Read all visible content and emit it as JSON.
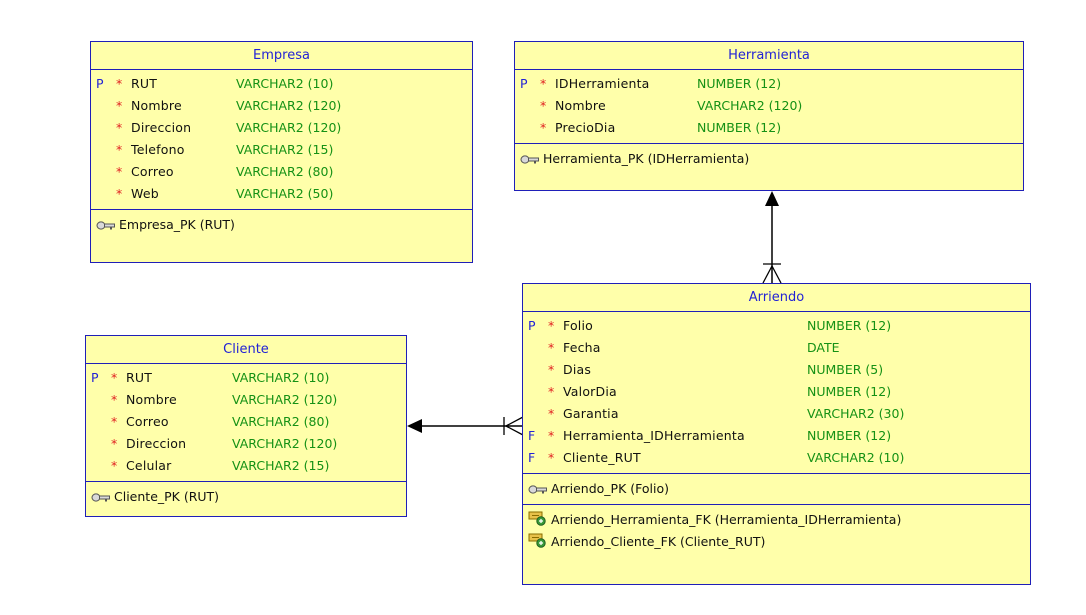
{
  "entities": {
    "empresa": {
      "title": "Empresa",
      "columns": [
        {
          "flag": "P",
          "req": "*",
          "name": "RUT",
          "type": "VARCHAR2 (10)"
        },
        {
          "flag": "",
          "req": "*",
          "name": "Nombre",
          "type": "VARCHAR2 (120)"
        },
        {
          "flag": "",
          "req": "*",
          "name": "Direccion",
          "type": "VARCHAR2 (120)"
        },
        {
          "flag": "",
          "req": "*",
          "name": "Telefono",
          "type": "VARCHAR2 (15)"
        },
        {
          "flag": "",
          "req": "*",
          "name": "Correo",
          "type": "VARCHAR2 (80)"
        },
        {
          "flag": "",
          "req": "*",
          "name": "Web",
          "type": "VARCHAR2 (50)"
        }
      ],
      "pk": "Empresa_PK (RUT)"
    },
    "herramienta": {
      "title": "Herramienta",
      "columns": [
        {
          "flag": "P",
          "req": "*",
          "name": "IDHerramienta",
          "type": "NUMBER (12)"
        },
        {
          "flag": "",
          "req": "*",
          "name": "Nombre",
          "type": "VARCHAR2 (120)"
        },
        {
          "flag": "",
          "req": "*",
          "name": "PrecioDia",
          "type": "NUMBER (12)"
        }
      ],
      "pk": "Herramienta_PK (IDHerramienta)"
    },
    "cliente": {
      "title": "Cliente",
      "columns": [
        {
          "flag": "P",
          "req": "*",
          "name": "RUT",
          "type": "VARCHAR2 (10)"
        },
        {
          "flag": "",
          "req": "*",
          "name": "Nombre",
          "type": "VARCHAR2 (120)"
        },
        {
          "flag": "",
          "req": "*",
          "name": "Correo",
          "type": "VARCHAR2 (80)"
        },
        {
          "flag": "",
          "req": "*",
          "name": "Direccion",
          "type": "VARCHAR2 (120)"
        },
        {
          "flag": "",
          "req": "*",
          "name": "Celular",
          "type": "VARCHAR2 (15)"
        }
      ],
      "pk": "Cliente_PK (RUT)"
    },
    "arriendo": {
      "title": "Arriendo",
      "columns": [
        {
          "flag": "P",
          "req": "*",
          "name": "Folio",
          "type": "NUMBER (12)"
        },
        {
          "flag": "",
          "req": "*",
          "name": "Fecha",
          "type": "DATE"
        },
        {
          "flag": "",
          "req": "*",
          "name": "Dias",
          "type": "NUMBER (5)"
        },
        {
          "flag": "",
          "req": "*",
          "name": "ValorDia",
          "type": "NUMBER (12)"
        },
        {
          "flag": "",
          "req": "*",
          "name": "Garantia",
          "type": "VARCHAR2 (30)"
        },
        {
          "flag": "F",
          "req": "*",
          "name": "Herramienta_IDHerramienta",
          "type": "NUMBER (12)"
        },
        {
          "flag": "F",
          "req": "*",
          "name": "Cliente_RUT",
          "type": "VARCHAR2 (10)"
        }
      ],
      "pk": "Arriendo_PK (Folio)",
      "fks": [
        "Arriendo_Herramienta_FK (Herramienta_IDHerramienta)",
        "Arriendo_Cliente_FK (Cliente_RUT)"
      ]
    }
  },
  "colors": {
    "entity_fill": "#ffffaa",
    "entity_border": "#1f1fb8",
    "title_text": "#2222d6",
    "type_text": "#159115",
    "required_marker": "#e02020"
  },
  "icons": {
    "pk": "key-icon",
    "fk": "foreign-key-icon"
  }
}
